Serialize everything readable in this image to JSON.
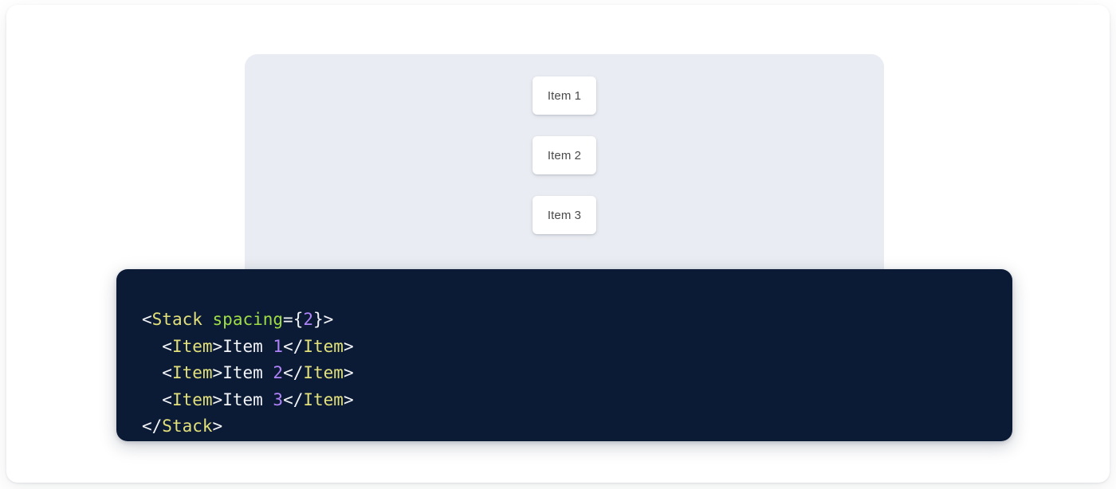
{
  "theme": {
    "page_background": "#ffffff",
    "card_background": "#ffffff",
    "panel_background": "#e9ecf2",
    "item_background": "#ffffff",
    "item_text_color": "#4a4a4a",
    "code_background": "#0c1b35",
    "code_default_color": "#f2f4f8",
    "code_tag_color": "#e2e07a",
    "code_attribute_color": "#9fdd46",
    "code_number_color": "#af83f9"
  },
  "preview": {
    "component": "Stack",
    "spacing": "2",
    "items": [
      {
        "label": "Item 1"
      },
      {
        "label": "Item 2"
      },
      {
        "label": "Item 3"
      }
    ]
  },
  "code": {
    "language": "jsx",
    "lines": [
      {
        "indent": "",
        "tokens": [
          {
            "type": "punct",
            "text": "<"
          },
          {
            "type": "tag",
            "text": "Stack"
          },
          {
            "type": "text",
            "text": " "
          },
          {
            "type": "attr",
            "text": "spacing"
          },
          {
            "type": "punct",
            "text": "={"
          },
          {
            "type": "num",
            "text": "2"
          },
          {
            "type": "punct",
            "text": "}>"
          }
        ]
      },
      {
        "indent": "  ",
        "tokens": [
          {
            "type": "punct",
            "text": "<"
          },
          {
            "type": "tag",
            "text": "Item"
          },
          {
            "type": "punct",
            "text": ">"
          },
          {
            "type": "text",
            "text": "Item "
          },
          {
            "type": "num",
            "text": "1"
          },
          {
            "type": "punct",
            "text": "</"
          },
          {
            "type": "tag",
            "text": "Item"
          },
          {
            "type": "punct",
            "text": ">"
          }
        ]
      },
      {
        "indent": "  ",
        "tokens": [
          {
            "type": "punct",
            "text": "<"
          },
          {
            "type": "tag",
            "text": "Item"
          },
          {
            "type": "punct",
            "text": ">"
          },
          {
            "type": "text",
            "text": "Item "
          },
          {
            "type": "num",
            "text": "2"
          },
          {
            "type": "punct",
            "text": "</"
          },
          {
            "type": "tag",
            "text": "Item"
          },
          {
            "type": "punct",
            "text": ">"
          }
        ]
      },
      {
        "indent": "  ",
        "tokens": [
          {
            "type": "punct",
            "text": "<"
          },
          {
            "type": "tag",
            "text": "Item"
          },
          {
            "type": "punct",
            "text": ">"
          },
          {
            "type": "text",
            "text": "Item "
          },
          {
            "type": "num",
            "text": "3"
          },
          {
            "type": "punct",
            "text": "</"
          },
          {
            "type": "tag",
            "text": "Item"
          },
          {
            "type": "punct",
            "text": ">"
          }
        ]
      },
      {
        "indent": "",
        "tokens": [
          {
            "type": "punct",
            "text": "</"
          },
          {
            "type": "tag",
            "text": "Stack"
          },
          {
            "type": "punct",
            "text": ">"
          }
        ]
      }
    ]
  }
}
